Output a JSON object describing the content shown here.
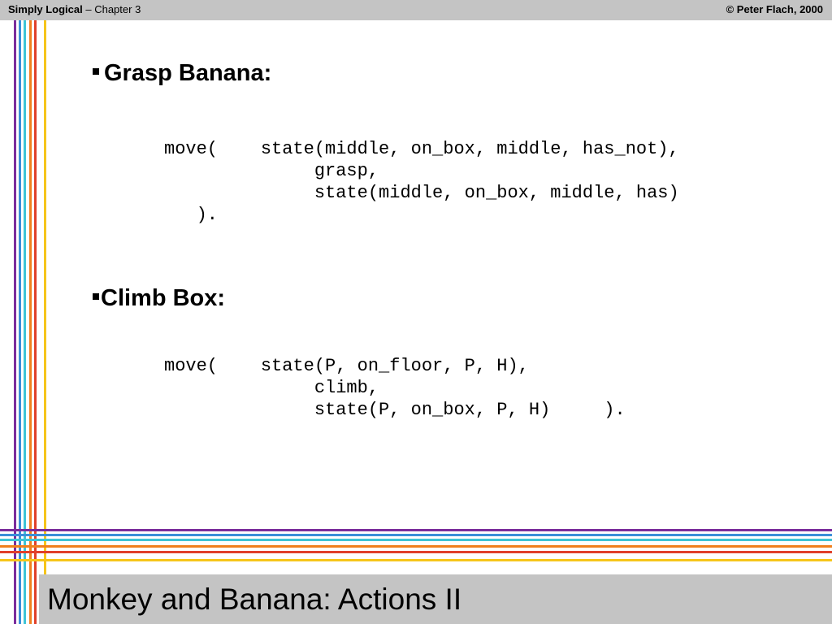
{
  "header": {
    "book_title": "Simply Logical",
    "chapter": " – Chapter 3",
    "copyright": "© Peter Flach, 2000"
  },
  "sections": [
    {
      "heading": "Grasp Banana:",
      "code": [
        "move(    state(middle, on_box, middle, has_not),",
        "              grasp,",
        "              state(middle, on_box, middle, has)",
        "   )."
      ]
    },
    {
      "heading": "Climb Box:",
      "code": [
        "move(    state(P, on_floor, P, H),",
        "              climb,",
        "              state(P, on_box, P, H)     )."
      ]
    }
  ],
  "footer": {
    "slide_title": "Monkey and Banana: Actions II"
  },
  "colors": {
    "header_bg": "#c4c4c4",
    "purple": "#7b2d9c",
    "blue": "#3b8fd9",
    "cyan": "#3fc4d6",
    "orange": "#f0801e",
    "red": "#e0402a",
    "yellow": "#f6c51a"
  }
}
